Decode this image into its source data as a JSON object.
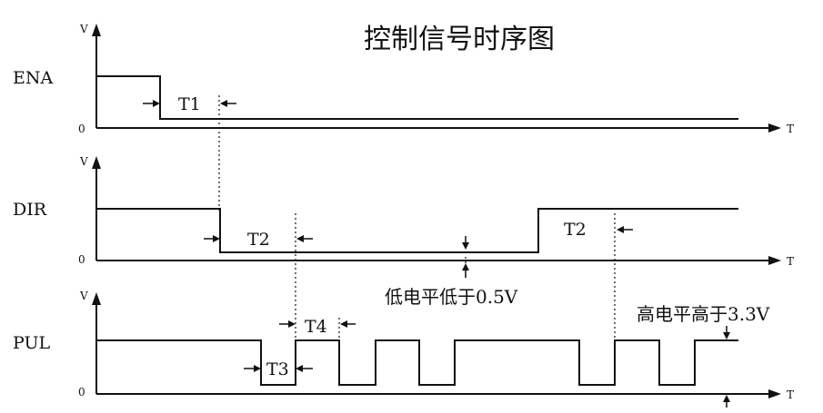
{
  "title": "控制信号时序图",
  "axis_labels": {
    "v": "V",
    "t": "T",
    "zero": "0"
  },
  "signals": {
    "ena": "ENA",
    "dir": "DIR",
    "pul": "PUL"
  },
  "timings": {
    "t1": "T1",
    "t2": "T2",
    "t3": "T3",
    "t4": "T4"
  },
  "notes": {
    "low_level": "低电平低于0.5V",
    "high_level": "高电平高于3.3V"
  }
}
